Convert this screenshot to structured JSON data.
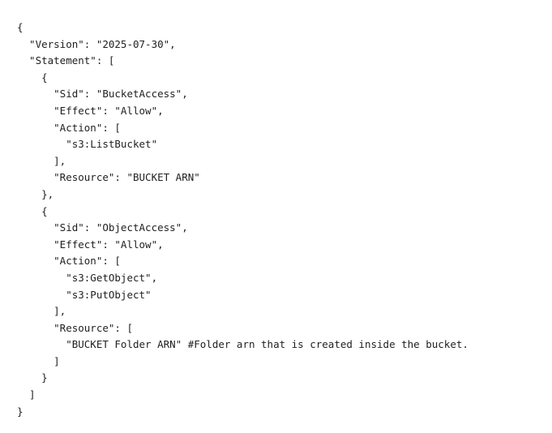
{
  "code": {
    "lines": [
      "{",
      "  \"Version\": \"2025-07-30\",",
      "  \"Statement\": [",
      "    {",
      "      \"Sid\": \"BucketAccess\",",
      "      \"Effect\": \"Allow\",",
      "      \"Action\": [",
      "        \"s3:ListBucket\"",
      "      ],",
      "      \"Resource\": \"BUCKET ARN\"",
      "    },",
      "    {",
      "      \"Sid\": \"ObjectAccess\",",
      "      \"Effect\": \"Allow\",",
      "      \"Action\": [",
      "        \"s3:GetObject\",",
      "        \"s3:PutObject\"",
      "      ],",
      "      \"Resource\": [",
      "        \"BUCKET Folder ARN\" #Folder arn that is created inside the bucket.",
      "      ]",
      "    }",
      "  ]",
      "}"
    ]
  }
}
